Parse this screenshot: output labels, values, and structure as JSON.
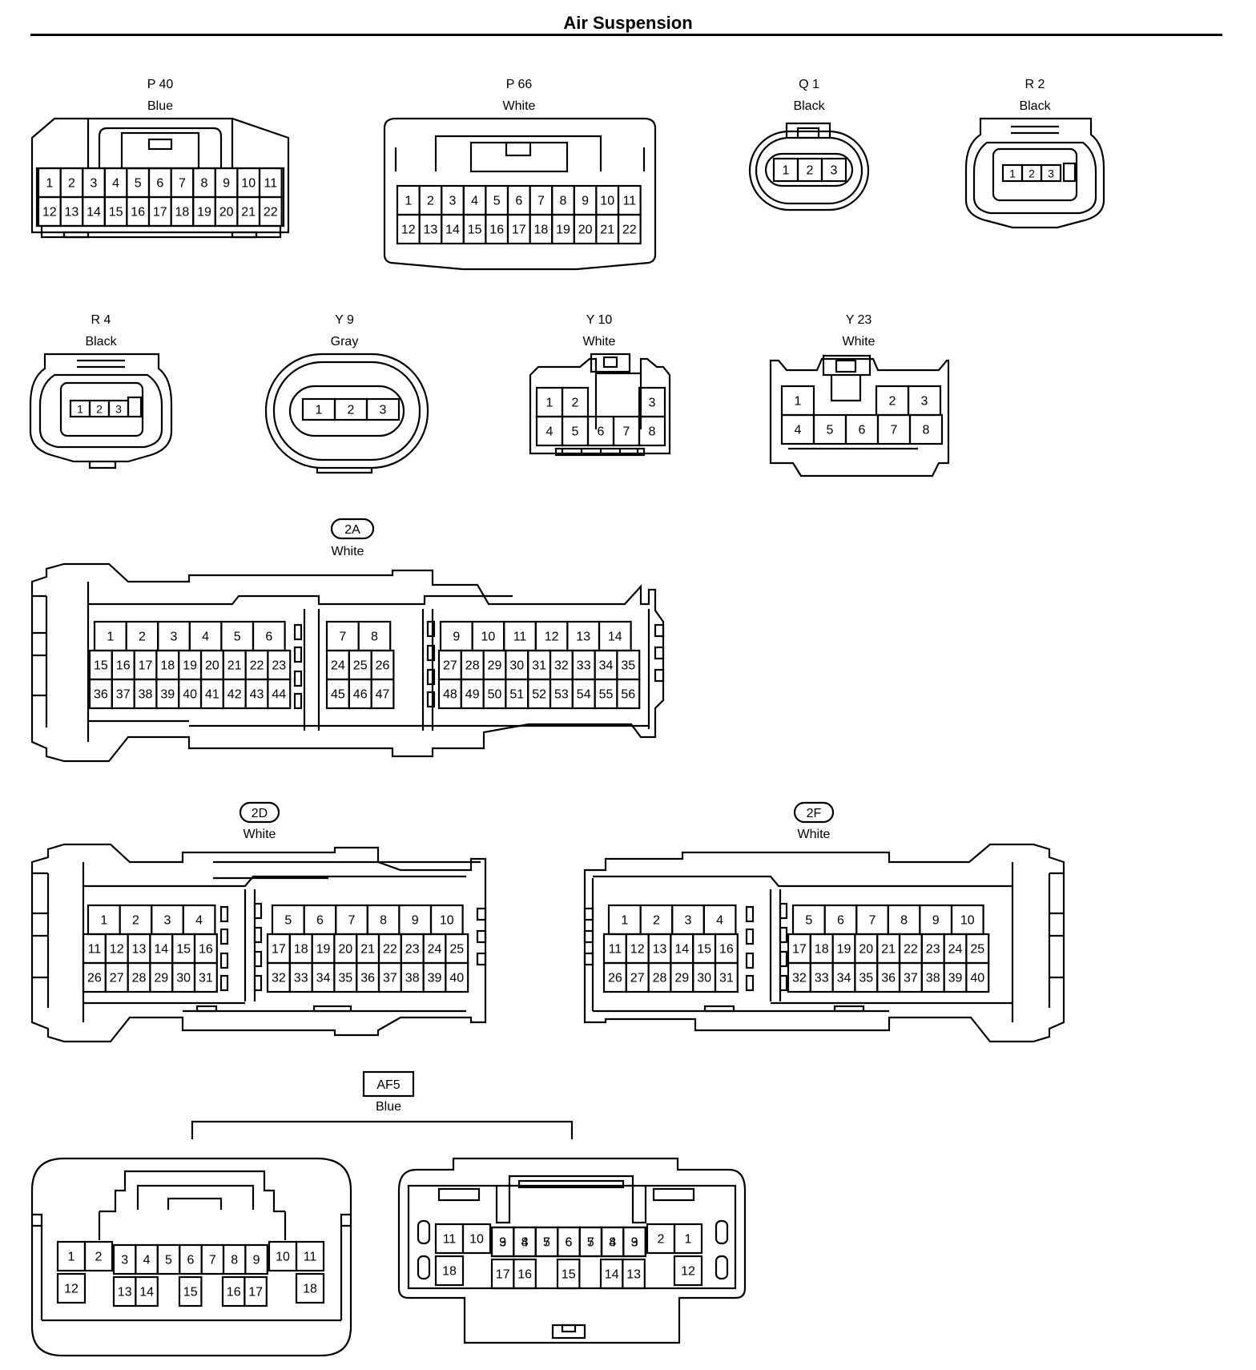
{
  "title": "Air Suspension",
  "connectors": {
    "P40": {
      "id": "P 40",
      "color": "Blue",
      "pins": [
        "1",
        "2",
        "3",
        "4",
        "5",
        "6",
        "7",
        "8",
        "9",
        "10",
        "11",
        "12",
        "13",
        "14",
        "15",
        "16",
        "17",
        "18",
        "19",
        "20",
        "21",
        "22"
      ]
    },
    "P66": {
      "id": "P 66",
      "color": "White",
      "pins": [
        "1",
        "2",
        "3",
        "4",
        "5",
        "6",
        "7",
        "8",
        "9",
        "10",
        "11",
        "12",
        "13",
        "14",
        "15",
        "16",
        "17",
        "18",
        "19",
        "20",
        "21",
        "22"
      ]
    },
    "Q1": {
      "id": "Q 1",
      "color": "Black",
      "pins": [
        "1",
        "2",
        "3"
      ]
    },
    "R2": {
      "id": "R 2",
      "color": "Black",
      "pins": [
        "1",
        "2",
        "3"
      ]
    },
    "R4": {
      "id": "R 4",
      "color": "Black",
      "pins": [
        "1",
        "2",
        "3"
      ]
    },
    "Y9": {
      "id": "Y 9",
      "color": "Gray",
      "pins": [
        "1",
        "2",
        "3"
      ]
    },
    "Y10": {
      "id": "Y 10",
      "color": "White",
      "pins": [
        "1",
        "2",
        "3",
        "4",
        "5",
        "6",
        "7",
        "8"
      ]
    },
    "Y23": {
      "id": "Y 23",
      "color": "White",
      "pins": [
        "1",
        "2",
        "3",
        "4",
        "5",
        "6",
        "7",
        "8"
      ]
    },
    "C2A": {
      "id": "2A",
      "color": "White",
      "pins": [
        "1",
        "2",
        "3",
        "4",
        "5",
        "6",
        "7",
        "8",
        "9",
        "10",
        "11",
        "12",
        "13",
        "14",
        "15",
        "16",
        "17",
        "18",
        "19",
        "20",
        "21",
        "22",
        "23",
        "24",
        "25",
        "26",
        "27",
        "28",
        "29",
        "30",
        "31",
        "32",
        "33",
        "34",
        "35",
        "36",
        "37",
        "38",
        "39",
        "40",
        "41",
        "42",
        "43",
        "44",
        "45",
        "46",
        "47",
        "48",
        "49",
        "50",
        "51",
        "52",
        "53",
        "54",
        "55",
        "56"
      ]
    },
    "C2D": {
      "id": "2D",
      "color": "White",
      "pins": [
        "1",
        "2",
        "3",
        "4",
        "5",
        "6",
        "7",
        "8",
        "9",
        "10",
        "11",
        "12",
        "13",
        "14",
        "15",
        "16",
        "17",
        "18",
        "19",
        "20",
        "21",
        "22",
        "23",
        "24",
        "25",
        "26",
        "27",
        "28",
        "29",
        "30",
        "31",
        "32",
        "33",
        "34",
        "35",
        "36",
        "37",
        "38",
        "39",
        "40"
      ]
    },
    "C2F": {
      "id": "2F",
      "color": "White",
      "pins": [
        "1",
        "2",
        "3",
        "4",
        "5",
        "6",
        "7",
        "8",
        "9",
        "10",
        "11",
        "12",
        "13",
        "14",
        "15",
        "16",
        "17",
        "18",
        "19",
        "20",
        "21",
        "22",
        "23",
        "24",
        "25",
        "26",
        "27",
        "28",
        "29",
        "30",
        "31",
        "32",
        "33",
        "34",
        "35",
        "36",
        "37",
        "38",
        "39",
        "40"
      ]
    },
    "AF5": {
      "id": "AF5",
      "color": "Blue",
      "pins": [
        "1",
        "2",
        "3",
        "4",
        "5",
        "6",
        "7",
        "8",
        "9",
        "10",
        "11",
        "12",
        "13",
        "14",
        "15",
        "16",
        "17",
        "18"
      ]
    }
  }
}
